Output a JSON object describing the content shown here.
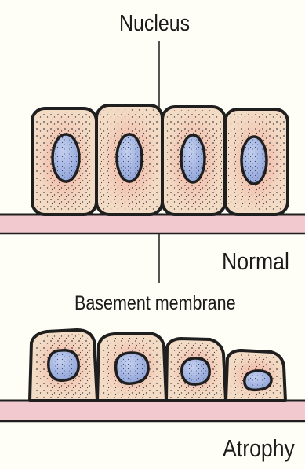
{
  "labels": {
    "nucleus": "Nucleus",
    "normal": "Normal",
    "basement_membrane": "Basement membrane",
    "atrophy": "Atrophy"
  },
  "colors": {
    "background": "#fffef6",
    "cell_fill": "#f3dcc6",
    "cytoplasm_tint": "#f0a79b",
    "nucleus_fill": "#a8b8e0",
    "membrane_fill": "#f2c9cf",
    "outline": "#1f1f1f"
  }
}
